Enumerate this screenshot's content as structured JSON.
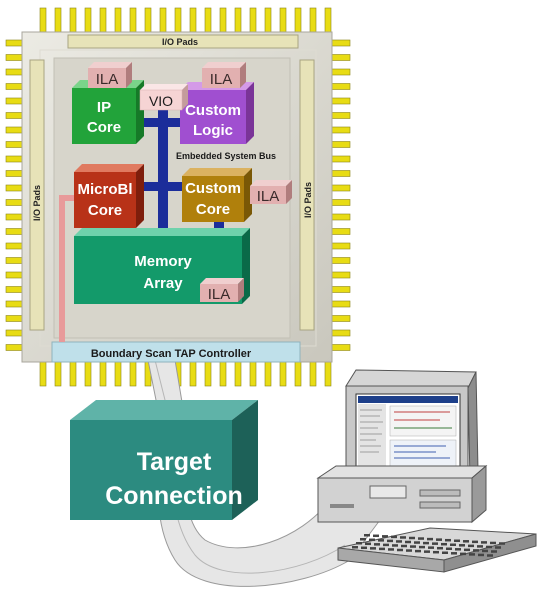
{
  "chip": {
    "io_pads_top": "I/O Pads",
    "io_pads_left": "I/O Pads",
    "io_pads_right": "I/O Pads",
    "bus_label": "Embedded System Bus",
    "tap_controller": "Boundary Scan TAP Controller"
  },
  "blocks": {
    "ip_core": [
      "IP",
      "Core"
    ],
    "custom_logic": [
      "Custom",
      "Logic"
    ],
    "microblaze_core": [
      "MicroBl",
      "Core"
    ],
    "custom_core": [
      "Custom",
      "Core"
    ],
    "memory_array": [
      "Memory",
      "Array"
    ],
    "vio": "VIO",
    "ila": "ILA"
  },
  "target_connection": [
    "Target",
    "Connection"
  ],
  "colors": {
    "ip_core": "#22a33a",
    "custom_logic": "#a04fd0",
    "microblaze_core": "#b83218",
    "custom_core": "#b0800c",
    "memory_array": "#139a6a",
    "ila": "#e2b0b0",
    "vio": "#f6d4d4",
    "bus": "#1b2d9a",
    "pins": "#e8dc14",
    "target_box": "#2c8b80"
  }
}
